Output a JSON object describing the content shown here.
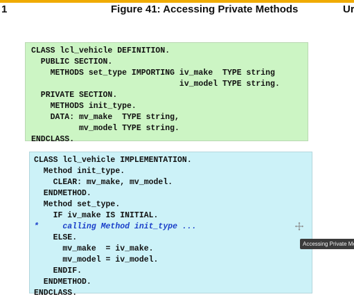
{
  "header": {
    "left_text": "1",
    "title": "Figure 41: Accessing Private Methods",
    "right_text": "Ur"
  },
  "definition_code": [
    {
      "text": "CLASS lcl_vehicle DEFINITION.",
      "comment": false
    },
    {
      "text": "  PUBLIC SECTION.",
      "comment": false
    },
    {
      "text": "    METHODS set_type IMPORTING iv_make  TYPE string",
      "comment": false
    },
    {
      "text": "                               iv_model TYPE string.",
      "comment": false
    },
    {
      "text": "  PRIVATE SECTION.",
      "comment": false
    },
    {
      "text": "    METHODS init_type.",
      "comment": false
    },
    {
      "text": "    DATA: mv_make  TYPE string,",
      "comment": false
    },
    {
      "text": "          mv_model TYPE string.",
      "comment": false
    },
    {
      "text": "ENDCLASS.",
      "comment": false
    }
  ],
  "implementation_code": [
    {
      "text": "CLASS lcl_vehicle IMPLEMENTATION.",
      "comment": false
    },
    {
      "text": "  Method init_type.",
      "comment": false
    },
    {
      "text": "    CLEAR: mv_make, mv_model.",
      "comment": false
    },
    {
      "text": "  ENDMETHOD.",
      "comment": false
    },
    {
      "text": "  Method set_type.",
      "comment": false
    },
    {
      "text": "    IF iv_make IS INITIAL.",
      "comment": false
    },
    {
      "text": "*     calling Method init_type ...",
      "comment": true
    },
    {
      "text": "    ELSE.",
      "comment": false
    },
    {
      "text": "      mv_make  = iv_make.",
      "comment": false
    },
    {
      "text": "      mv_model = iv_model.",
      "comment": false
    },
    {
      "text": "    ENDIF.",
      "comment": false
    },
    {
      "text": "  ENDMETHOD.",
      "comment": false
    },
    {
      "text": "ENDCLASS.",
      "comment": false
    }
  ],
  "tooltip": {
    "text": "Accessing Private Meth"
  },
  "colors": {
    "accent_bar": "#f0ab00",
    "definition_bg": "#ccf5c4",
    "implementation_bg": "#ccf2f8",
    "comment_text": "#1a3fc9"
  },
  "icons": {
    "cursor": "crosshair-move-icon"
  }
}
